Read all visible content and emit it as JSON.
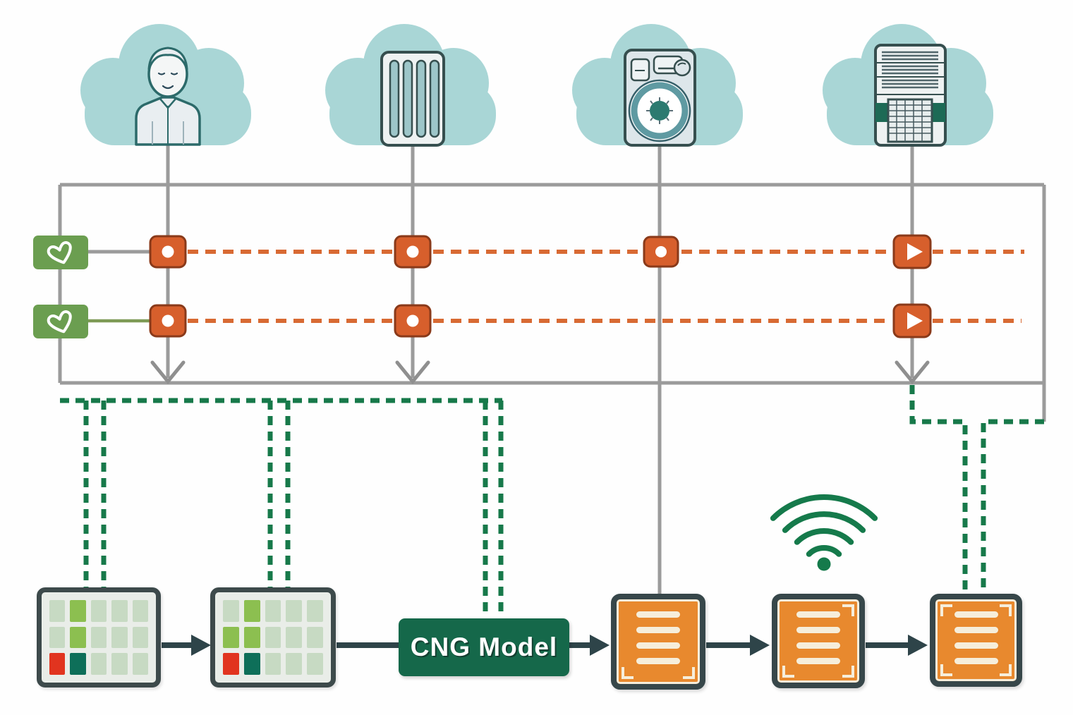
{
  "model_box": {
    "label": "CNG Model",
    "color": "#15684a"
  },
  "cloud_sources": [
    {
      "icon": "person-icon"
    },
    {
      "icon": "radiator-icon"
    },
    {
      "icon": "washing-machine-icon"
    },
    {
      "icon": "server-unit-icon"
    }
  ],
  "tag_nodes": [
    {
      "icon": "heart-tag-icon"
    },
    {
      "icon": "heart-tag-icon"
    }
  ],
  "timeline_nodes": {
    "dot_nodes": 5,
    "play_nodes": 2
  },
  "wifi": {
    "icon": "wifi-signal-icon"
  },
  "heatmap_grids": [
    {
      "cells": [
        [
          "light",
          "green",
          "light",
          "light",
          "light"
        ],
        [
          "light",
          "green",
          "light",
          "light",
          "light"
        ],
        [
          "red",
          "teal",
          "light",
          "light",
          "light"
        ]
      ]
    },
    {
      "cells": [
        [
          "light",
          "green",
          "light",
          "light",
          "light"
        ],
        [
          "green",
          "green",
          "light",
          "light",
          "light"
        ],
        [
          "red",
          "teal",
          "light",
          "light",
          "light"
        ]
      ]
    }
  ],
  "documents": [
    {
      "lines": 4
    },
    {
      "lines": 4
    },
    {
      "lines": 4
    }
  ],
  "colors": {
    "cloud": "#a9d6d6",
    "gray_line": "#9b9b9b",
    "orange_node": "#d75f2c",
    "orange_dash": "#d86a33",
    "green_tag": "#6b9e50",
    "green_dash": "#17794a",
    "model_box": "#15684a",
    "document_fill": "#e8892e",
    "grid_light": "#c7dac3",
    "grid_green": "#8cbf50",
    "grid_red": "#e1341f",
    "grid_teal": "#0e6f59",
    "dark_arrow": "#2e4449"
  }
}
